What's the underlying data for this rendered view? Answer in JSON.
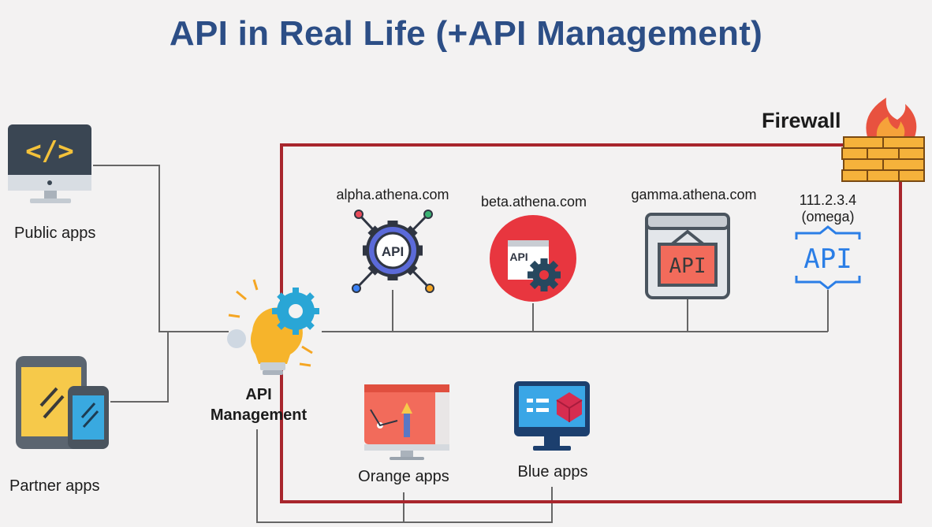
{
  "title": "API in Real Life (+API Management)",
  "firewall": {
    "label": "Firewall"
  },
  "clients": {
    "public": {
      "label": "Public apps",
      "icon": "code-monitor-icon"
    },
    "partner": {
      "label": "Partner apps",
      "icon": "tablet-phone-icon"
    }
  },
  "gateway": {
    "line1": "API",
    "line2": "Management",
    "icon": "lightbulb-gears-icon"
  },
  "services": {
    "alpha": {
      "label": "alpha.athena.com",
      "icon": "api-gear-network-icon"
    },
    "beta": {
      "label": "beta.athena.com",
      "icon": "api-browser-gear-icon"
    },
    "gamma": {
      "label": "gamma.athena.com",
      "icon": "api-sign-board-icon"
    },
    "omega": {
      "line1": "111.2.3.4",
      "line2": "(omega)",
      "icon": "api-text-icon"
    }
  },
  "internal_apps": {
    "orange": {
      "label": "Orange apps",
      "icon": "design-monitor-icon"
    },
    "blue": {
      "label": "Blue apps",
      "icon": "cube-monitor-icon"
    }
  },
  "colors": {
    "title": "#2c4e86",
    "firewall_border": "#a8262d",
    "connector": "#666666",
    "background": "#f3f2f2"
  }
}
